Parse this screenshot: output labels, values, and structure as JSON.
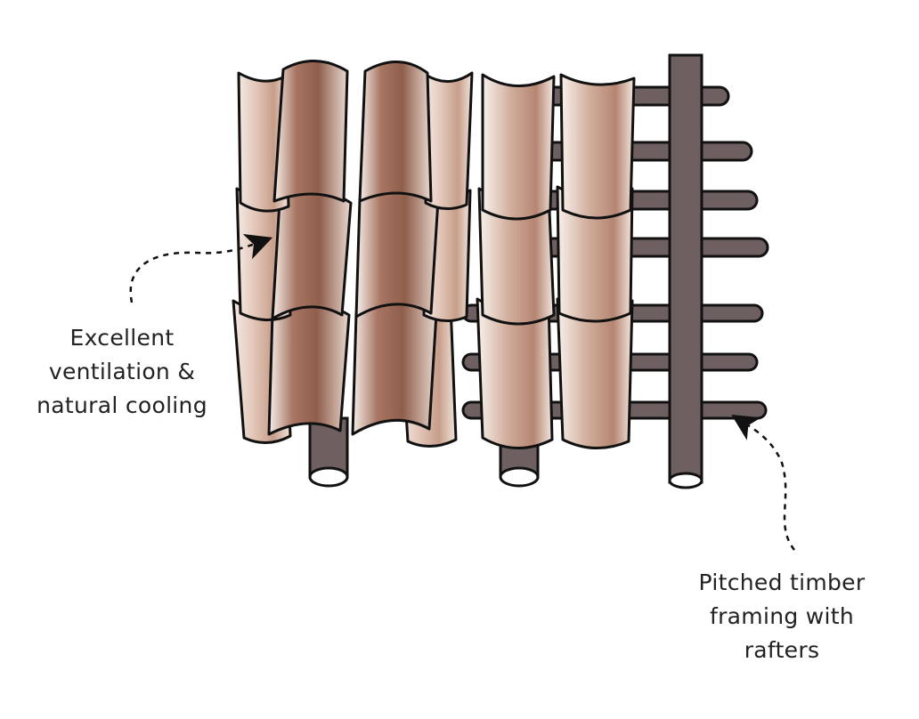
{
  "annotations": {
    "ventilation": {
      "lines": [
        "Excellent",
        "ventilation &",
        "natural cooling"
      ]
    },
    "framing": {
      "lines": [
        "Pitched timber",
        "framing with",
        "rafters"
      ]
    }
  },
  "colors": {
    "tile_light": "#e9d6cc",
    "tile_dark": "#b07f69",
    "timber": "#6e6060",
    "outline": "#111111"
  }
}
